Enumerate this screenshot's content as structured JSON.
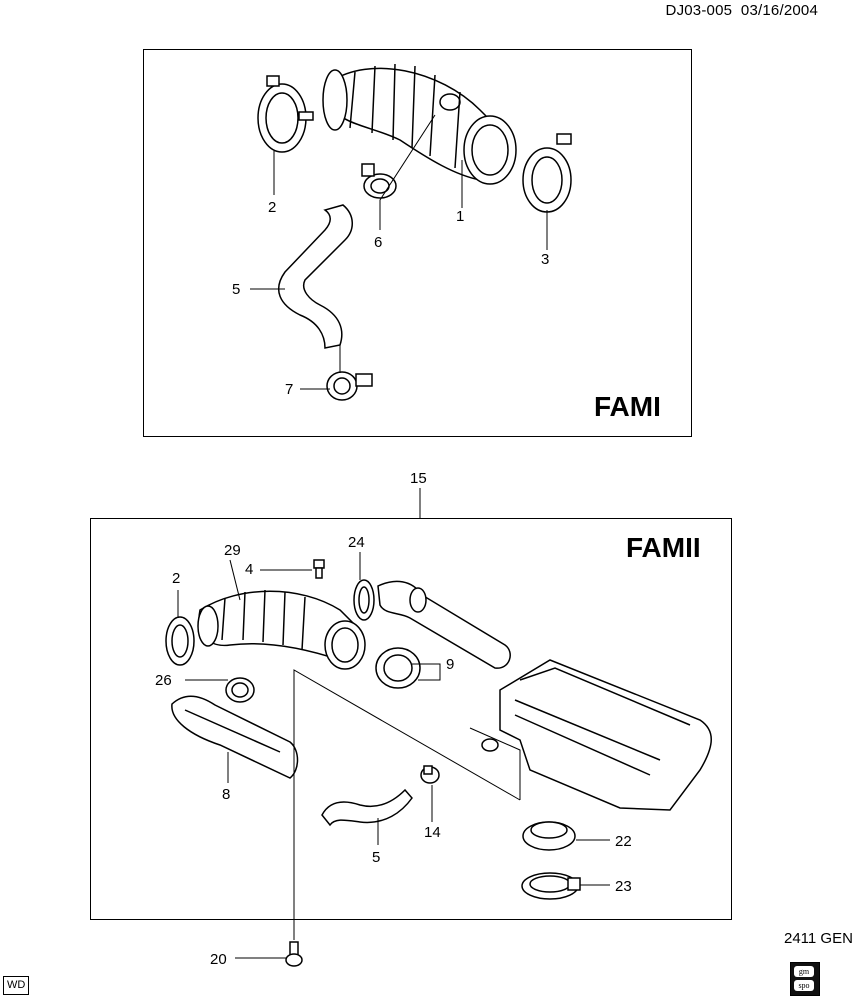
{
  "header": {
    "doc_id": "DJ03-005",
    "date": "03/16/2004"
  },
  "panels": [
    {
      "id": "top",
      "title": "FAMI"
    },
    {
      "id": "bottom",
      "title": "FAMII"
    }
  ],
  "callouts_top": [
    "1",
    "2",
    "3",
    "5",
    "6",
    "7"
  ],
  "callouts_bottom": [
    "2",
    "4",
    "5",
    "8",
    "9",
    "14",
    "15",
    "20",
    "22",
    "23",
    "24",
    "26",
    "29"
  ],
  "footer": {
    "code": "2411 GEN",
    "wd_badge": "WD",
    "logo_top": "gm",
    "logo_bottom": "spo"
  }
}
